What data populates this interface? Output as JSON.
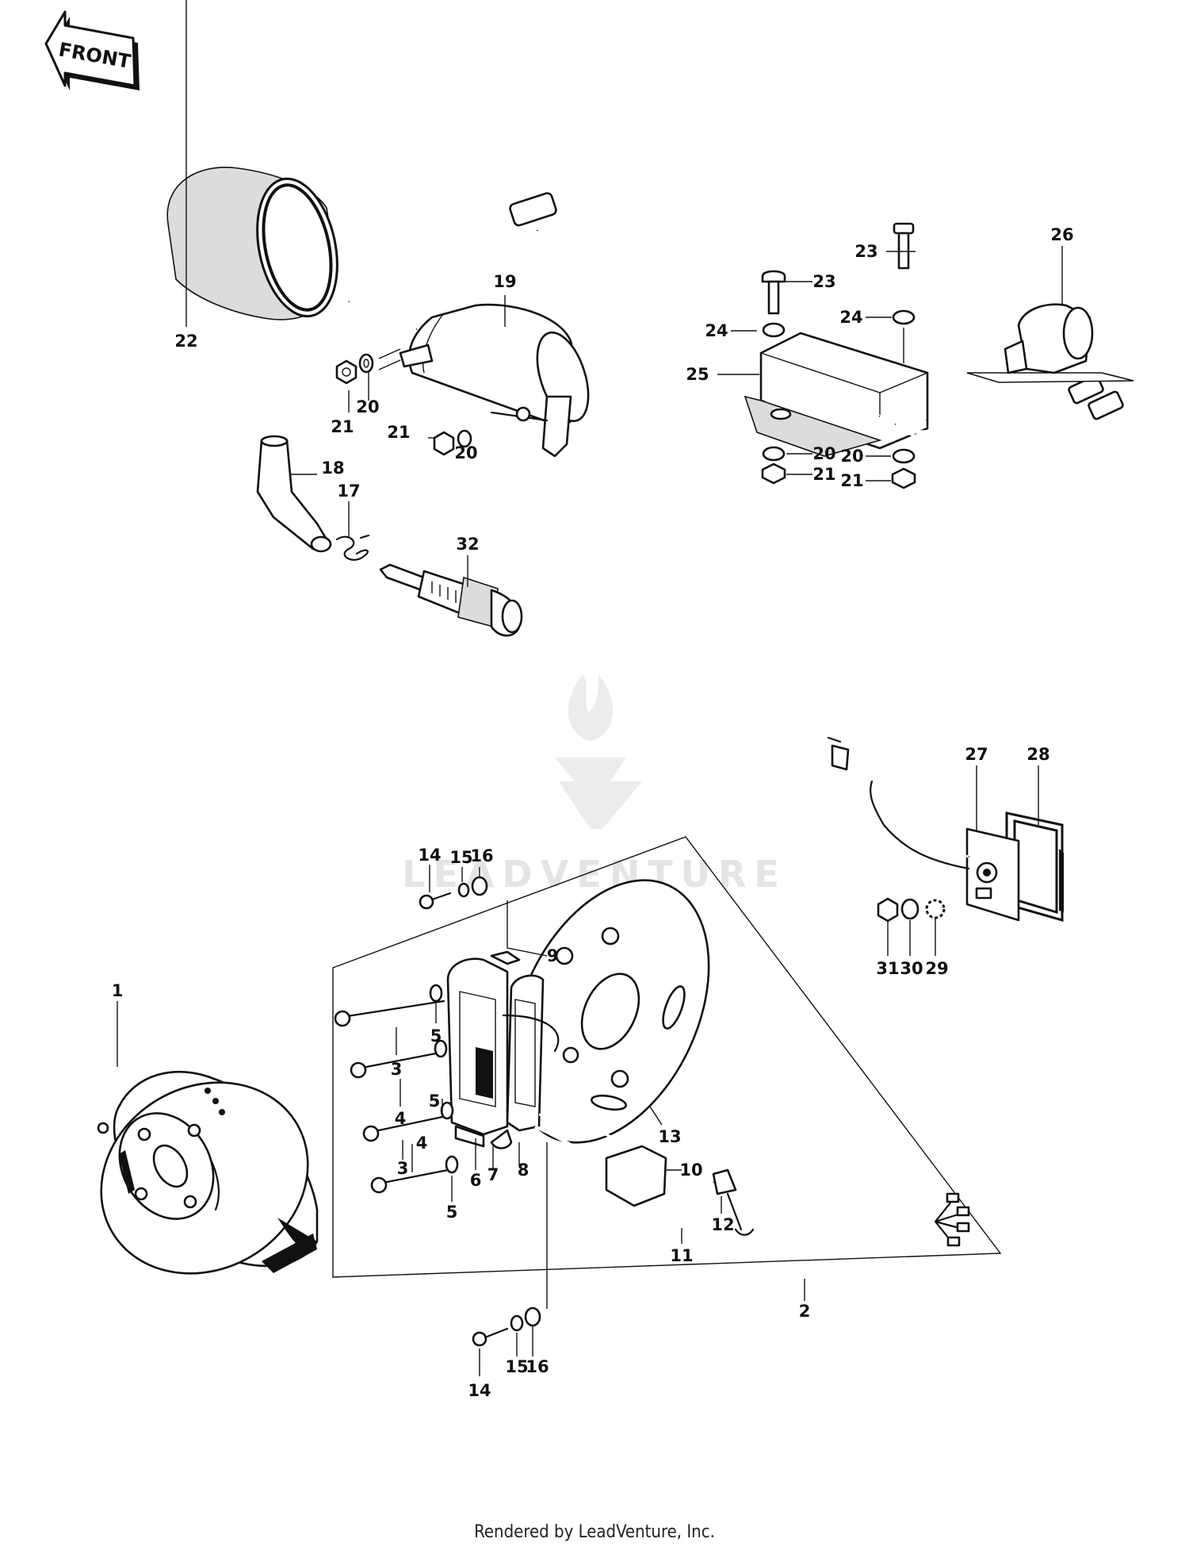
{
  "orientation_label": "FRONT",
  "footer_text": "Rendered by LeadVenture, Inc.",
  "watermark_text": "LEADVENTURE",
  "callouts": [
    {
      "id": "c22",
      "text": "22"
    },
    {
      "id": "c19",
      "text": "19"
    },
    {
      "id": "c21a",
      "text": "21"
    },
    {
      "id": "c20a",
      "text": "20"
    },
    {
      "id": "c21b",
      "text": "21"
    },
    {
      "id": "c20b",
      "text": "20"
    },
    {
      "id": "c18",
      "text": "18"
    },
    {
      "id": "c17",
      "text": "17"
    },
    {
      "id": "c32",
      "text": "32"
    },
    {
      "id": "c23a",
      "text": "23"
    },
    {
      "id": "c23b",
      "text": "23"
    },
    {
      "id": "c24a",
      "text": "24"
    },
    {
      "id": "c24b",
      "text": "24"
    },
    {
      "id": "c26",
      "text": "26"
    },
    {
      "id": "c25",
      "text": "25"
    },
    {
      "id": "c20c",
      "text": "20"
    },
    {
      "id": "c20d",
      "text": "20"
    },
    {
      "id": "c21c",
      "text": "21"
    },
    {
      "id": "c21d",
      "text": "21"
    },
    {
      "id": "c28",
      "text": "28"
    },
    {
      "id": "c27",
      "text": "27"
    },
    {
      "id": "c31",
      "text": "31"
    },
    {
      "id": "c30",
      "text": "30"
    },
    {
      "id": "c29",
      "text": "29"
    },
    {
      "id": "c14a",
      "text": "14"
    },
    {
      "id": "c15a",
      "text": "15"
    },
    {
      "id": "c16a",
      "text": "16"
    },
    {
      "id": "c9",
      "text": "9"
    },
    {
      "id": "c1",
      "text": "1"
    },
    {
      "id": "c3a",
      "text": "3"
    },
    {
      "id": "c5a",
      "text": "5"
    },
    {
      "id": "c4a",
      "text": "4"
    },
    {
      "id": "c5b",
      "text": "5"
    },
    {
      "id": "c4b",
      "text": "4"
    },
    {
      "id": "c3b",
      "text": "3"
    },
    {
      "id": "c5c",
      "text": "5"
    },
    {
      "id": "c6",
      "text": "6"
    },
    {
      "id": "c7",
      "text": "7"
    },
    {
      "id": "c8",
      "text": "8"
    },
    {
      "id": "c13",
      "text": "13"
    },
    {
      "id": "c10",
      "text": "10"
    },
    {
      "id": "c12",
      "text": "12"
    },
    {
      "id": "c11",
      "text": "11"
    },
    {
      "id": "c2",
      "text": "2"
    },
    {
      "id": "c14b",
      "text": "14"
    },
    {
      "id": "c15b",
      "text": "15"
    },
    {
      "id": "c16b",
      "text": "16"
    }
  ]
}
